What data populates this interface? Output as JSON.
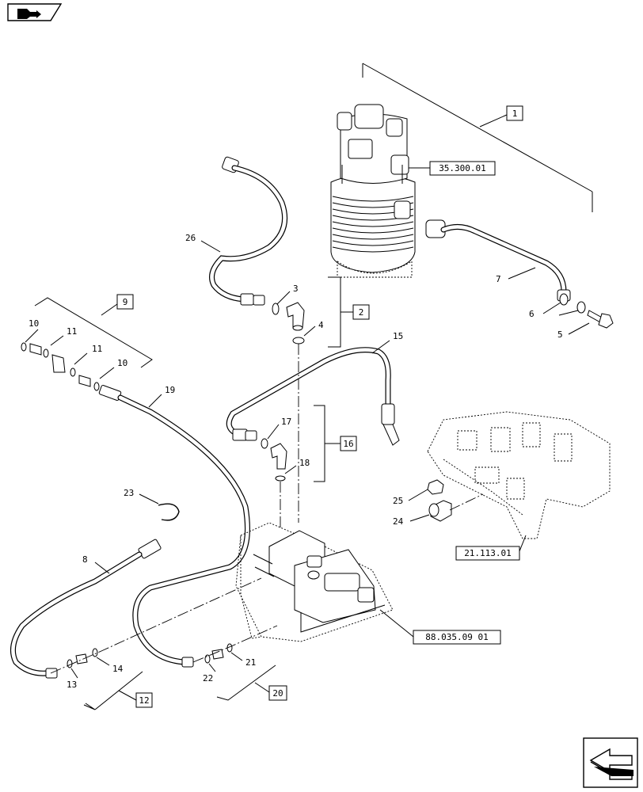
{
  "callouts": {
    "c1": "1",
    "c2": "2",
    "c3": "3",
    "c4": "4",
    "c5": "5",
    "c6": "6",
    "c7": "7",
    "c8": "8",
    "c9": "9",
    "c10a": "10",
    "c10b": "10",
    "c11a": "11",
    "c11b": "11",
    "c12": "12",
    "c13": "13",
    "c14": "14",
    "c15": "15",
    "c16": "16",
    "c17": "17",
    "c18": "18",
    "c19": "19",
    "c20": "20",
    "c21": "21",
    "c22": "22",
    "c23": "23",
    "c24": "24",
    "c25": "25",
    "c26": "26"
  },
  "references": {
    "r1": "35.300.01",
    "r2": "21.113.01",
    "r3": "88.035.09 01"
  },
  "icons": {
    "top_left": "book-arrow-icon",
    "bottom_right": "next-page-arrow-icon"
  }
}
